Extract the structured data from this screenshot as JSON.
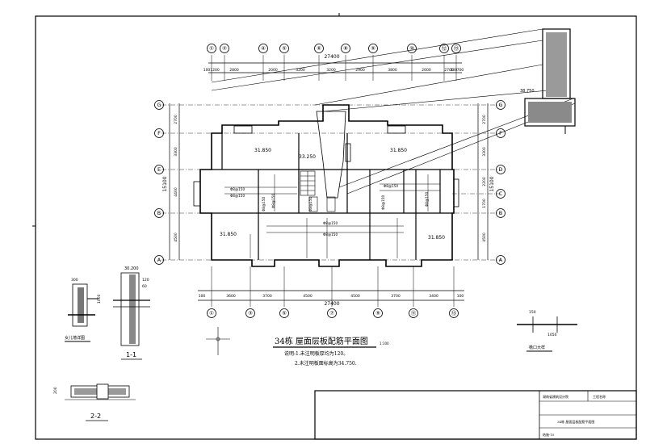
{
  "drawing": {
    "title": "34栋 屋面层板配筋平面图",
    "scale_note": "1:100",
    "notes": [
      "说明:1.未注明板厚均为120。",
      "2.未注明板面标高为34.750."
    ]
  },
  "axes": {
    "top": [
      "①",
      "②",
      "④",
      "⑤",
      "⑥",
      "⑧",
      "⑨",
      "⑩",
      "⑫",
      "⑬"
    ],
    "bottom": [
      "①",
      "③",
      "⑤",
      "⑦",
      "⑨",
      "⑪",
      "⑬"
    ],
    "left": [
      "G",
      "F",
      "E",
      "B",
      "A"
    ],
    "right": [
      "G",
      "F",
      "D",
      "C",
      "B",
      "A"
    ]
  },
  "dimensions": {
    "top_total": "27400",
    "top_segments": [
      "100",
      "1200",
      "2800",
      "2000",
      "3200",
      "3200",
      "2900",
      "3800",
      "2000",
      "2700",
      "300",
      "700"
    ],
    "bottom_total": "27400",
    "bottom_segments": [
      "100",
      "3600",
      "3700",
      "4500",
      "4500",
      "3700",
      "3400",
      "100"
    ],
    "left_total": "15100",
    "left_segments": [
      "2700",
      "3300",
      "4400",
      "4500"
    ],
    "right_total": "15100",
    "right_segments": [
      "2700",
      "3300",
      "2200",
      "1700",
      "4500"
    ]
  },
  "elevations": {
    "room_f1": "31.850",
    "room_f2": "31.850",
    "room_a1": "31.850",
    "room_a2": "31.850",
    "stair": "33.250",
    "upper_right": "38.750",
    "detail_top": "30.200"
  },
  "rebar_labels": [
    "Φ8@150",
    "Φ8@150",
    "Φ8@150",
    "Φ8@150",
    "Φ8@150",
    "Φ8@150",
    "Φ8@150",
    "Φ8@150",
    "Φ8@150",
    "Φ8@150"
  ],
  "details": {
    "left_title": "女儿墙详图",
    "section_1_1": "1-1",
    "section_2_2": "2-2",
    "right_title": "檐口大样",
    "dims_left": [
      "300",
      "120",
      "60",
      "1000"
    ],
    "dims_small": [
      "200",
      "150",
      "1050"
    ]
  },
  "title_block": {
    "row1_a": "湖南省建筑设计院",
    "row1_b": "工程名称",
    "row2": "34栋 屋面层板配筋平面图",
    "row3": "结施-15"
  }
}
